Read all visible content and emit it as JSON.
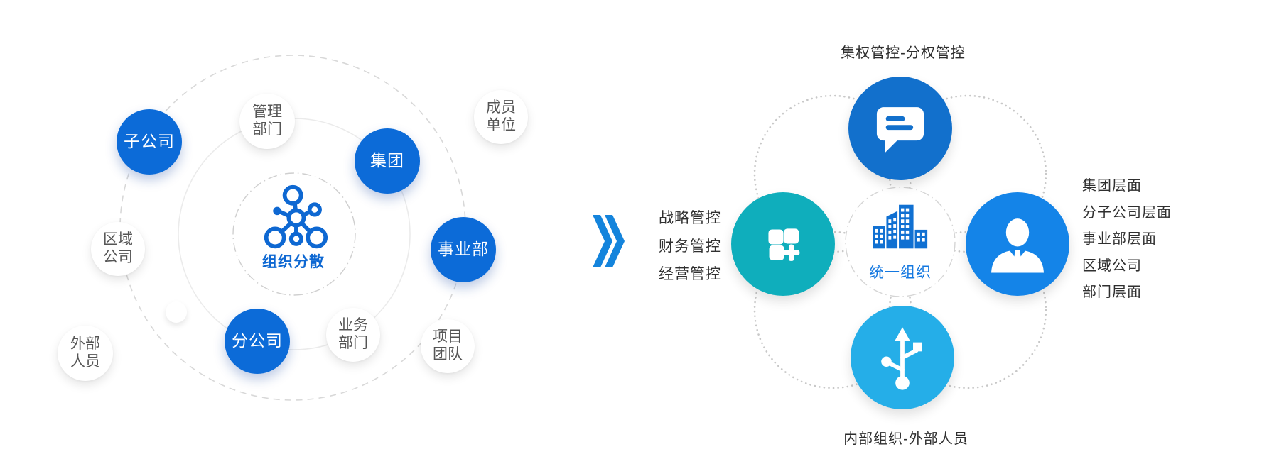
{
  "colors": {
    "node_blue": "#0C6BD8",
    "center_text_blue": "#0E68D2",
    "arrow_blue": "#1484DC",
    "petal_top_blue": "#1270CC",
    "petal_left_teal": "#0FAEBC",
    "petal_right_blue": "#1484E8",
    "petal_bottom_lightblue": "#25AEE8",
    "unified_label_blue": "#1478E0",
    "dark_text": "#2e2e2e",
    "white_node_text": "#555555"
  },
  "left_diagram": {
    "center_icon": "network-molecule-icon",
    "center_label": "组织分散",
    "nodes": [
      "子公司",
      "管理\n部门",
      "集团",
      "成员\n单位",
      "区域\n公司",
      "事业部",
      "外部\n人员",
      "分公司",
      "业务\n部门",
      "项目\n团队"
    ]
  },
  "transition": {
    "arrow_icon": "double-chevron-right-icon",
    "items": [
      "战略管控",
      "财务管控",
      "经营管控"
    ]
  },
  "right_diagram": {
    "top_label": "集权管控-分权管控",
    "bottom_label": "内部组织-外部人员",
    "center_icon": "buildings-icon",
    "center_label": "统一组织",
    "petal_icons": [
      "chat-message-icon",
      "grid-plus-icon",
      "person-icon",
      "usb-icon"
    ],
    "levels": [
      "集团层面",
      "分子公司层面",
      "事业部层面",
      "区域公司",
      "部门层面"
    ]
  }
}
